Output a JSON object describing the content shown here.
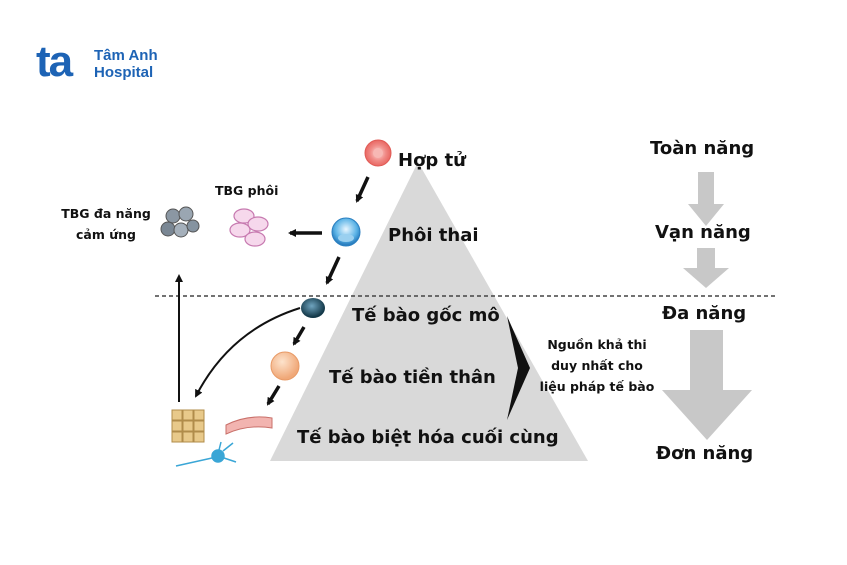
{
  "logo": {
    "mark": "ta",
    "line1": "Tâm Anh",
    "line2": "Hospital"
  },
  "pyramid": {
    "zygote": "Hợp tử",
    "embryo": "Phôi thai",
    "tissue_stem": "Tế bào gốc mô",
    "progenitor": "Tế bào tiền thân",
    "differentiated": "Tế bào biệt hóa cuối cùng"
  },
  "left": {
    "embryonic_sc": "TBG phôi",
    "ipsc_line1": "TBG đa năng",
    "ipsc_line2": "cảm ứng"
  },
  "note": {
    "line1": "Nguồn khả thi",
    "line2": "duy nhất cho",
    "line3": "liệu pháp tế bào"
  },
  "potency": {
    "totipotent": "Toàn năng",
    "pluripotent": "Vạn năng",
    "multipotent": "Đa năng",
    "unipotent": "Đơn năng"
  },
  "colors": {
    "brand": "#1d63b5",
    "pyramid": "#d9d9d9",
    "arrow_gray": "#c8c8c8"
  }
}
